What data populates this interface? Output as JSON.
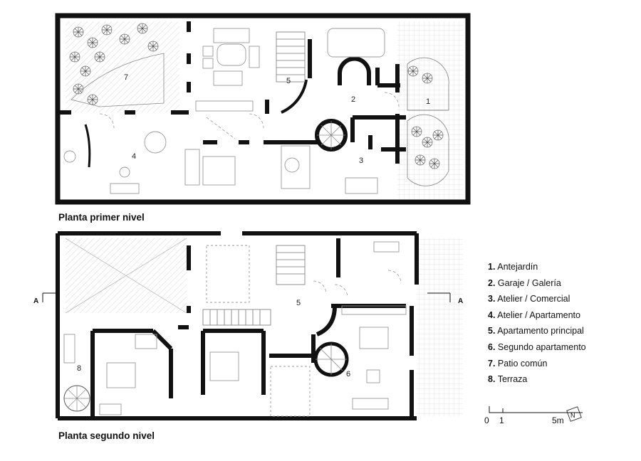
{
  "plans": {
    "first": {
      "title": "Planta primer nivel",
      "rooms": [
        "7",
        "5",
        "2",
        "1",
        "4",
        "3"
      ]
    },
    "second": {
      "title": "Planta segundo nivel",
      "rooms": [
        "5",
        "8",
        "6"
      ]
    }
  },
  "section": {
    "left": "A",
    "right": "A"
  },
  "legend": [
    {
      "num": "1.",
      "label": "Antejardín"
    },
    {
      "num": "2.",
      "label": "Garaje / Galería"
    },
    {
      "num": "3.",
      "label": "Atelier / Comercial"
    },
    {
      "num": "4.",
      "label": "Atelier / Apartamento"
    },
    {
      "num": "5.",
      "label": "Apartamento principal"
    },
    {
      "num": "6.",
      "label": "Segundo apartamento"
    },
    {
      "num": "7.",
      "label": "Patio común"
    },
    {
      "num": "8.",
      "label": "Terraza"
    }
  ],
  "scale": {
    "ticks": [
      "0",
      "1",
      "5m"
    ],
    "north": "N"
  },
  "colors": {
    "wall": "#111111",
    "furniture": "#9a9a9a",
    "hatch": "#d2d2d2"
  }
}
